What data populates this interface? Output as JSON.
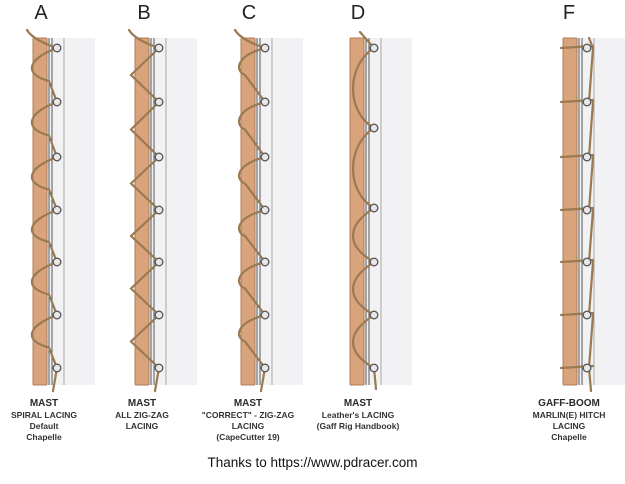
{
  "panels": [
    {
      "letter": "A",
      "title": "MAST",
      "lines": [
        "SPIRAL LACING",
        "Default",
        "Chapelle"
      ],
      "style": "spiral"
    },
    {
      "letter": "B",
      "title": "MAST",
      "lines": [
        "ALL ZIG-ZAG",
        "LACING"
      ],
      "style": "zigzag"
    },
    {
      "letter": "C",
      "title": "MAST",
      "lines": [
        "\"CORRECT\" - ZIG-ZAG",
        "LACING",
        "(CapeCutter 19)"
      ],
      "style": "correct"
    },
    {
      "letter": "D",
      "title": "MAST",
      "lines": [
        "Leather's LACING",
        "(Gaff Rig Handbook)"
      ],
      "style": "leather"
    },
    {
      "letter": "F",
      "title": "GAFF-BOOM",
      "lines": [
        "MARLIN(E) HITCH",
        "LACING",
        "Chapelle"
      ],
      "style": "marline"
    }
  ],
  "credit": "Thanks to https://www.pdracer.com",
  "colors": {
    "spar": "#d9a47c",
    "spar_edge": "#b07d58",
    "rope": "#9a7a52",
    "sail": "#f2f2f4",
    "ring": "#5a5a5a",
    "text": "#333333"
  }
}
